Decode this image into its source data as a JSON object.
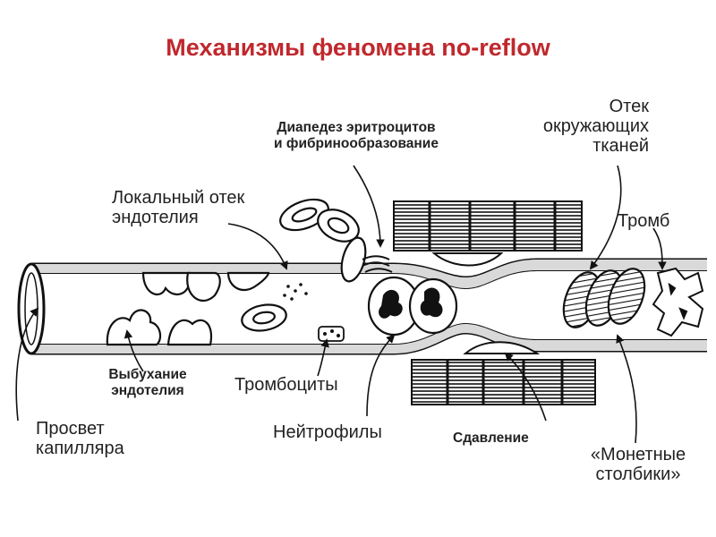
{
  "title": "Механизмы феномена no-reflow",
  "labels": {
    "diapedesis": "Диапедез эритроцитов\nи фибринообразование",
    "tissue_edema": "Отек\nокружающих\nтканей",
    "local_edema": "Локальный отек\nэндотелия",
    "thrombus": "Тромб",
    "swelling": "Выбухание\nэндотелия",
    "platelets": "Тромбоциты",
    "lumen": "Просвет\nкапилляра",
    "neutrophils": "Нейтрофилы",
    "compression": "Сдавление",
    "rouleaux": "«Монетные\nстолбики»"
  },
  "colors": {
    "title": "#c0282d",
    "ink": "#1a1a1a",
    "wall": "#d9d9d9"
  }
}
